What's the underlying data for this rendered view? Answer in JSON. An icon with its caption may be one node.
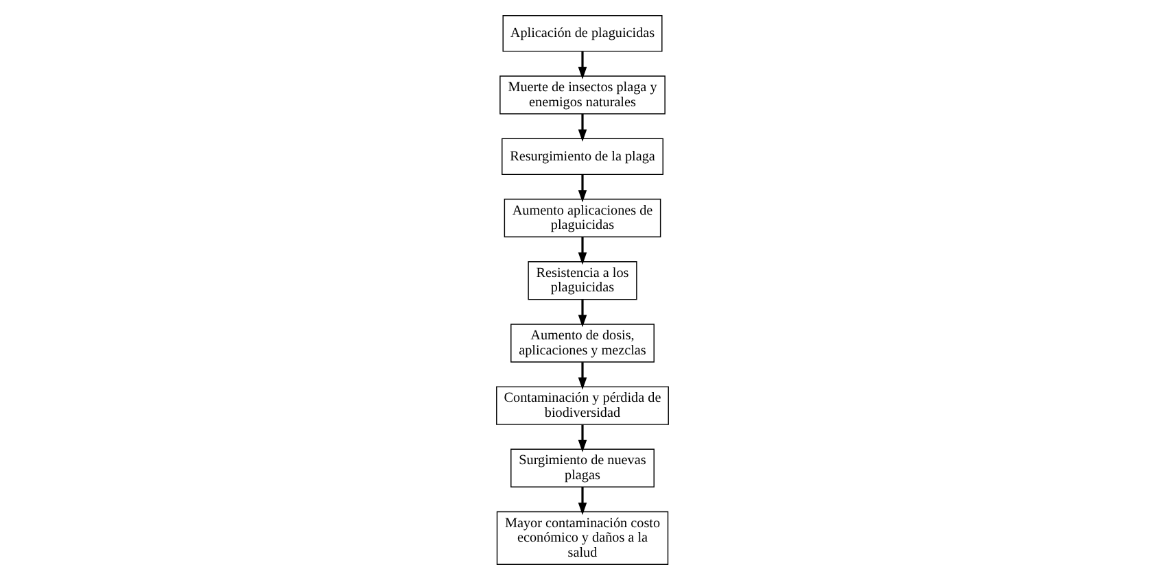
{
  "diagram": {
    "nodes": [
      {
        "text": [
          "Resurgimiento de la plaga"
        ]
      },
      {
        "text": [
          "Aumento aplicaciones de plaguicidas"
        ]
      },
      {
        "text": [
          "Resistencia a los plaguicidas"
        ]
      },
      {
        "text": [
          "Aumento de dosis, aplicaciones y mezclas"
        ]
      },
      {
        "text": [
          "Contaminación y pérdida de biodiversidad"
        ]
      },
      {
        "text": [
          "Surgimiento de nuevas plagas"
        ]
      },
      {
        "text": [
          "Mayor contaminación costo económico y daños a la salud"
        ]
      },
      {
        "text": [
          "Aplicación de plaguicidas"
        ]
      },
      {
        "text": [
          "Muerte de insectos plaga y enemigos naturales"
        ]
      }
    ],
    "edges": [
      {
        "from": 0,
        "to": 1,
        "arrow": "to"
      },
      {
        "from": 1,
        "to": 2,
        "arrow": "to"
      },
      {
        "from": 2,
        "to": 3,
        "arrow": "to"
      },
      {
        "from": 3,
        "to": 4,
        "arrow": "to"
      },
      {
        "from": 4,
        "to": 5,
        "arrow": "to"
      },
      {
        "from": 5,
        "to": 6,
        "arrow": "to"
      },
      {
        "from": 7,
        "to": 8,
        "arrow": "to"
      },
      {
        "from": 8,
        "to": 0,
        "arrow": "to"
      }
    ]
  }
}
